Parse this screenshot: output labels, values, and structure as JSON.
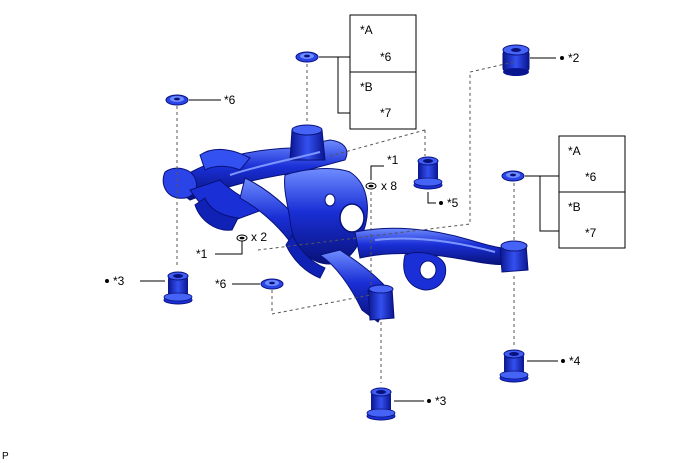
{
  "callouts": {
    "c1": "*1",
    "c2": "*2",
    "c3": "*3",
    "c4": "*4",
    "c5": "*5",
    "c6": "*6",
    "c7": "*7"
  },
  "legend": {
    "a": "*A",
    "b": "*B"
  },
  "quantities": {
    "x2": "x 2",
    "x8": "x 8"
  },
  "footer_code": "P",
  "colors": {
    "part_fill": "#1a2fd6",
    "part_dark": "#0a1590",
    "part_light": "#5a7cff"
  }
}
